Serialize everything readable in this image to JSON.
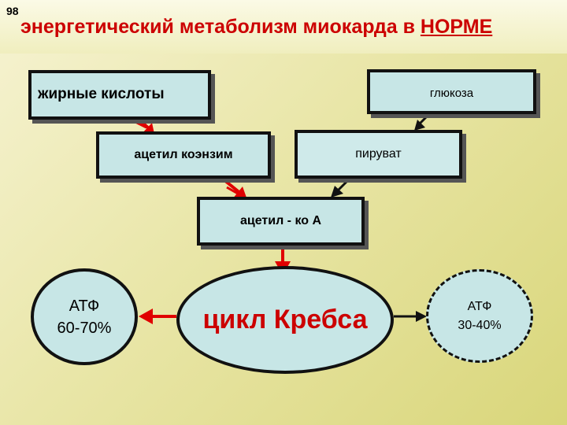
{
  "slide_number": "98",
  "title": {
    "prefix": "энергетический метаболизм миокарда в ",
    "emphasis": "НОРМЕ"
  },
  "nodes": {
    "fatty_acids": "жирные кислоты",
    "glucose": "глюкоза",
    "acetyl_coenzyme": "ацетил коэнзим",
    "pyruvate": "пируват",
    "acetyl_coa": "ацетил - ко А",
    "krebs_cycle": "цикл Кребса",
    "atp_left": {
      "label": "АТФ",
      "value": "60-70%"
    },
    "atp_right": {
      "label": "АТФ",
      "value": "30-40%"
    }
  },
  "colors": {
    "title": "#cc0000",
    "box_fill": "#c7e6e6",
    "arrow_red": "#e00000",
    "arrow_black": "#111111"
  }
}
